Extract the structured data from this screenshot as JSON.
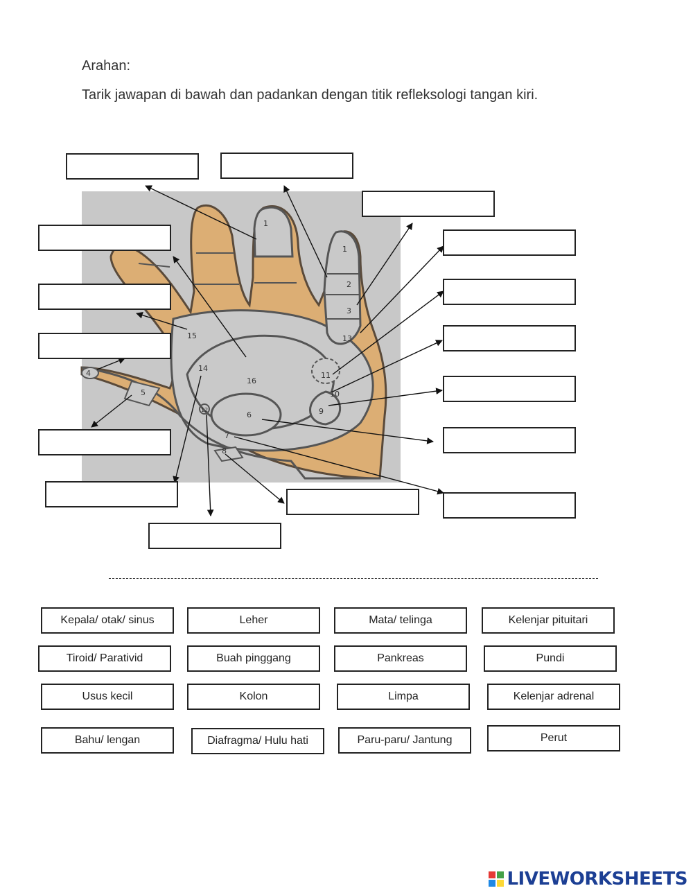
{
  "instructions": {
    "title": "Arahan:",
    "text": "Tarik jawapan di bawah dan padankan dengan titik refleksologi tangan kiri."
  },
  "diagram": {
    "region_numbers": [
      "1",
      "1",
      "2",
      "3",
      "13",
      "15",
      "16",
      "14",
      "11",
      "10",
      "9",
      "6",
      "7",
      "8",
      "4",
      "5",
      "12"
    ]
  },
  "answers": [
    "Kepala/ otak/ sinus",
    "Leher",
    "Mata/ telinga",
    "Kelenjar pituitari",
    "Tiroid/ Parativid",
    "Buah pinggang",
    "Pankreas",
    "Pundi",
    "Usus kecil",
    "Kolon",
    "Limpa",
    "Kelenjar adrenal",
    "Bahu/ lengan",
    "Diafragma/ Hulu hati",
    "Paru-paru/ Jantung",
    "Perut"
  ],
  "branding": {
    "name": "LIVEWORKSHEETS",
    "logo_colors": [
      "#e53935",
      "#43a047",
      "#1e88e5",
      "#fdd835"
    ]
  },
  "colors": {
    "hand_skin": "#dcae74",
    "palm_zone": "#c9c9c9"
  }
}
